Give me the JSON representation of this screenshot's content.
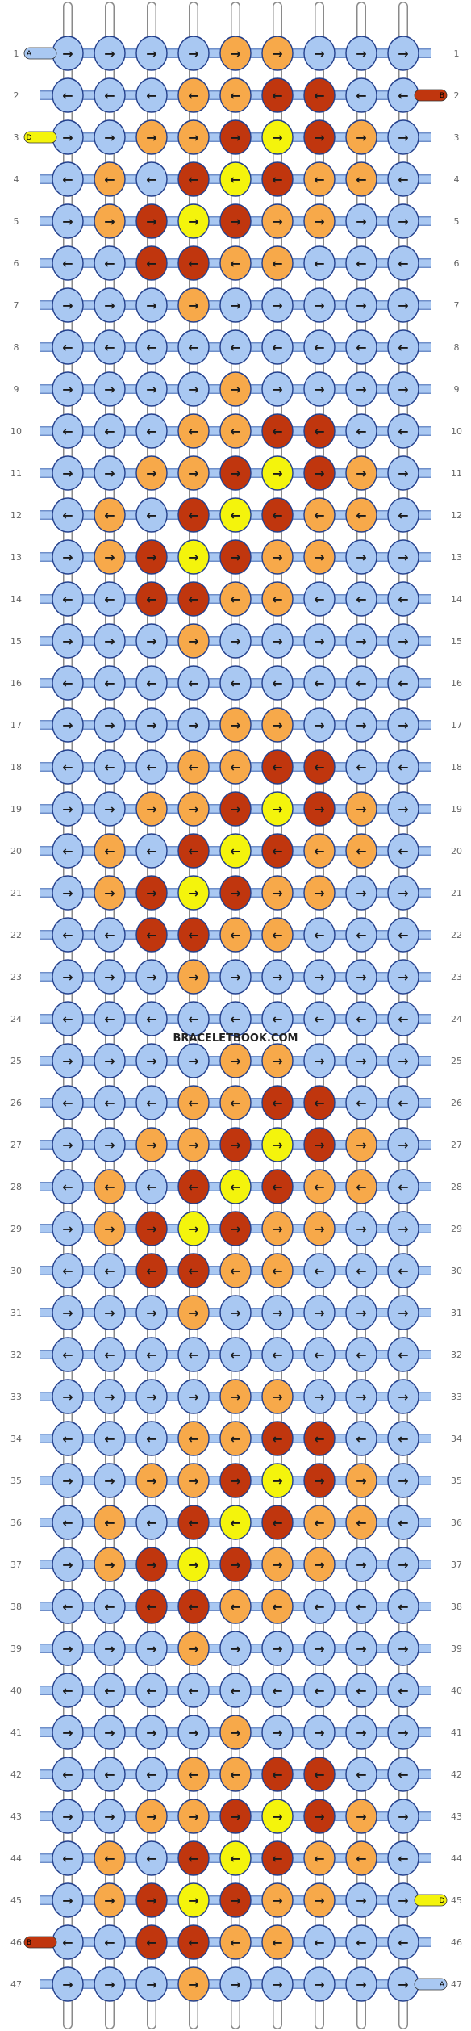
{
  "watermark": "BRACELETBOOK.COM",
  "string_ends": {
    "left_top": [
      "A",
      "",
      "D"
    ],
    "right_top": [
      "",
      "B",
      ""
    ],
    "left_bottom": "B",
    "right_bottom_45": "D",
    "right_bottom_47": "A"
  },
  "colors": {
    "blue": "#a9c8f2",
    "orange": "#f7a94a",
    "red": "#c0360e",
    "yellow": "#f4f40c",
    "white": "#ffffff",
    "stroke": "#24408c"
  },
  "legend_strings": [
    {
      "label": "A",
      "color": "blue"
    },
    {
      "label": "B",
      "color": "red"
    },
    {
      "label": "D",
      "color": "yellow"
    }
  ],
  "rows": [
    {
      "n": "1",
      "knots": "b>b>b>b>o>o>b>b>b>"
    },
    {
      "n": "2",
      "knots": "b<b<b<o<o<r<r<b<b<"
    },
    {
      "n": "3",
      "knots": "b>b>o>o>r>y>r>o>b>"
    },
    {
      "n": "4",
      "knots": "b<o<b<r<y<r<o<o<b<"
    },
    {
      "n": "5",
      "knots": "b>o>r>y>r>o>o>b>b>"
    },
    {
      "n": "6",
      "knots": "b<b<r<r<o<o<b<b<b<"
    },
    {
      "n": "7",
      "knots": "b>b>b>o>b>b>b>b>b>"
    },
    {
      "n": "8",
      "knots": "b<b<b<b<b<b<b<b<b<"
    },
    {
      "n": "9",
      "knots": "b>b>b>b>o>b>b>b>b>"
    },
    {
      "n": "10",
      "knots": "b<b<b<o<o<r<r<b<b<"
    },
    {
      "n": "11",
      "knots": "b>b>o>o>r>y>r>o>b>"
    },
    {
      "n": "12",
      "knots": "b<o<b<r<y<r<o<o<b<"
    },
    {
      "n": "13",
      "knots": "b>o>r>y>r>o>o>b>b>"
    },
    {
      "n": "14",
      "knots": "b<b<r<r<o<o<b<b<b<"
    },
    {
      "n": "15",
      "knots": "b>b>b>o>b>b>b>b>b>"
    },
    {
      "n": "16",
      "knots": "b<b<b<b<b<b<b<b<b<"
    },
    {
      "n": "17",
      "knots": "b>b>b>b>o>o>b>b>b>"
    },
    {
      "n": "18",
      "knots": "b<b<b<o<o<r<r<b<b<"
    },
    {
      "n": "19",
      "knots": "b>b>o>o>r>y>r>o>b>"
    },
    {
      "n": "20",
      "knots": "b<o<b<r<y<r<o<o<b<"
    },
    {
      "n": "21",
      "knots": "b>o>r>y>r>o>o>b>b>"
    },
    {
      "n": "22",
      "knots": "b<b<r<r<o<o<b<b<b<"
    },
    {
      "n": "23",
      "knots": "b>b>b>o>b>b>b>b>b>"
    },
    {
      "n": "24",
      "knots": "b<b<b<b<b<b<b<b<b<"
    },
    {
      "n": "25",
      "knots": "b>b>b>b>o>o>b>b>b>"
    },
    {
      "n": "26",
      "knots": "b<b<b<o<o<r<r<b<b<"
    },
    {
      "n": "27",
      "knots": "b>b>o>o>r>y>r>o>b>"
    },
    {
      "n": "28",
      "knots": "b<o<b<r<y<r<o<o<b<"
    },
    {
      "n": "29",
      "knots": "b>o>r>y>r>o>o>b>b>"
    },
    {
      "n": "30",
      "knots": "b<b<r<r<o<o<b<b<b<"
    },
    {
      "n": "31",
      "knots": "b>b>b>o>b>b>b>b>b>"
    },
    {
      "n": "32",
      "knots": "b<b<b<b<b<b<b<b<b<"
    },
    {
      "n": "33",
      "knots": "b>b>b>b>o>o>b>b>b>"
    },
    {
      "n": "34",
      "knots": "b<b<b<o<o<r<r<b<b<"
    },
    {
      "n": "35",
      "knots": "b>b>o>o>r>y>r>o>b>"
    },
    {
      "n": "36",
      "knots": "b<o<b<r<y<r<o<o<b<"
    },
    {
      "n": "37",
      "knots": "b>o>r>y>r>o>o>b>b>"
    },
    {
      "n": "38",
      "knots": "b<b<r<r<o<o<b<b<b<"
    },
    {
      "n": "39",
      "knots": "b>b>b>o>b>b>b>b>b>"
    },
    {
      "n": "40",
      "knots": "b<b<b<b<b<b<b<b<b<"
    },
    {
      "n": "41",
      "knots": "b>b>b>b>o>b>b>b>b>"
    },
    {
      "n": "42",
      "knots": "b<b<b<o<o<r<r<b<b<"
    },
    {
      "n": "43",
      "knots": "b>b>o>o>r>y>r>o>b>"
    },
    {
      "n": "44",
      "knots": "b<o<b<r<y<r<o<o<b<"
    },
    {
      "n": "45",
      "knots": "b>o>r>y>r>o>o>b>b>"
    },
    {
      "n": "46",
      "knots": "b<b<r<r<o<o<b<b<b<"
    },
    {
      "n": "47",
      "knots": "b>b>b>o>b>b>b>b>b>"
    }
  ]
}
